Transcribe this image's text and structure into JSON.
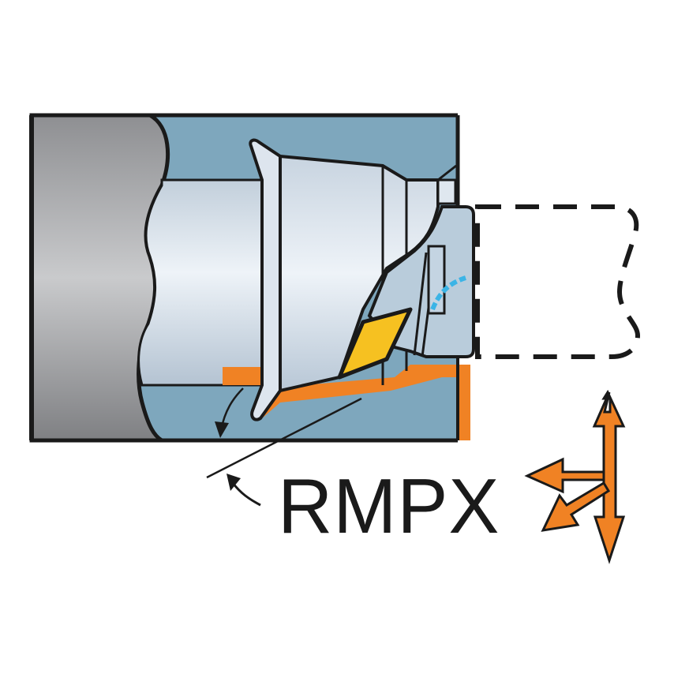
{
  "diagram": {
    "type": "boring-tool-cross-section",
    "code_label": "RMPX",
    "components": [
      {
        "name": "machine-spindle",
        "color": "#b5b6b8"
      },
      {
        "name": "workpiece-bore",
        "color": "#7ea7bd"
      },
      {
        "name": "tool-holder-shank",
        "color": "#dfe7ef"
      },
      {
        "name": "cutting-insert",
        "color": "#f6c121"
      },
      {
        "name": "machined-profile",
        "color": "#f08224"
      },
      {
        "name": "coolant-channel",
        "color": "#3bb4e6"
      },
      {
        "name": "unmachined-stock-outline",
        "style": "dashed"
      }
    ],
    "motion_indicator": {
      "color": "#f08224",
      "directions": [
        "up",
        "down",
        "left",
        "down-left-diagonal"
      ]
    }
  },
  "colors": {
    "outline": "#1a1a1a",
    "bore": "#7ea7bd",
    "tool_light": "#e6edf4",
    "tool_mid": "#b9c9d8",
    "orange": "#f08224",
    "insert": "#f6c121",
    "coolant": "#3bb4e6"
  }
}
